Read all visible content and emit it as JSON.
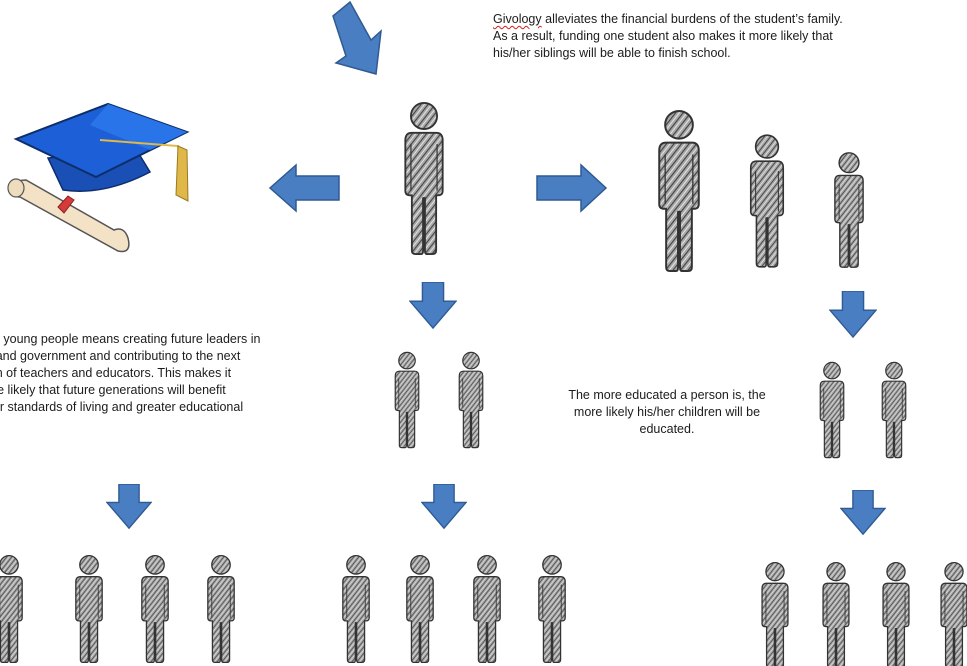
{
  "text_top": {
    "word_underlined": "Givology",
    "line1_rest": " alleviates the financial burdens of the student’s family.",
    "line2": "As a result, funding  one student also makes it more likely that",
    "line3": "his/her siblings will be able to finish school."
  },
  "text_left": {
    "line1": "ng young  people  means creating future leaders in",
    "line2": "s and government  and contributing to the next",
    "line3": "ion of teachers and educators.  This makes it",
    "line4": "ore  likely that future generations will benefit",
    "line5": "her  standards of living  and greater educational"
  },
  "text_right": {
    "line1": "The more educated  a person is, the",
    "line2": "more likely his/her children  will be",
    "line3": "educated."
  },
  "colors": {
    "arrow_fill": "#4a7ec2",
    "arrow_stroke": "#2f5a93",
    "figure_fill": "#9a9a9a",
    "figure_stroke": "#3a3a3a",
    "cap_blue": "#1c5fd6",
    "tassel": "#e0b84a",
    "scroll": "#f3e2c6"
  },
  "icons": [
    "down-arrow-icon",
    "left-arrow-icon",
    "right-arrow-icon",
    "person-icon",
    "graduation-cap-icon",
    "diploma-icon"
  ]
}
